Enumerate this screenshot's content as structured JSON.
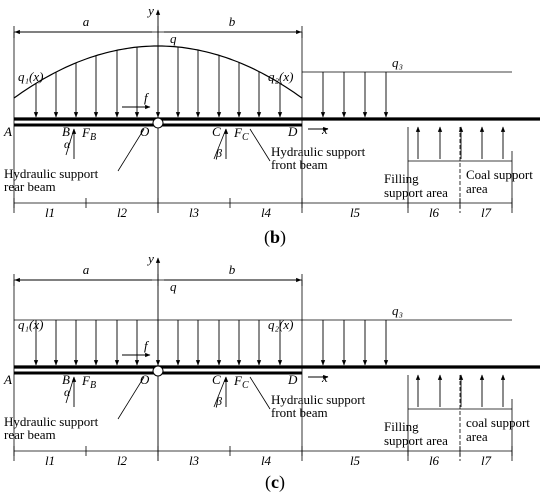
{
  "panels": [
    {
      "id": "b",
      "caption_letter": "b",
      "dims_top": {
        "a": "a",
        "b": "b",
        "y": "y"
      },
      "loads": {
        "q1": "q₁(x)",
        "q": "q",
        "q2": "q₂(x)",
        "q3": "q₃",
        "f": "f"
      },
      "points": {
        "A": "A",
        "B": "B",
        "O": "O",
        "C": "C",
        "D": "D",
        "x": "x"
      },
      "forces": {
        "FB": "F",
        "FB_sub": "B",
        "FC": "F",
        "FC_sub": "C",
        "alpha": "α",
        "beta": "β"
      },
      "labels": {
        "rear_1": "Hydraulic support",
        "rear_2": "rear beam",
        "front_1": "Hydraulic support",
        "front_2": "front beam",
        "fill_1": "Filling",
        "fill_2": "support area",
        "coal_1": "Coal support",
        "coal_2": "area"
      },
      "segments": [
        "l1",
        "l2",
        "l3",
        "l4",
        "l5",
        "l6",
        "l7"
      ]
    },
    {
      "id": "c",
      "caption_letter": "c",
      "dims_top": {
        "a": "a",
        "b": "b",
        "y": "y"
      },
      "loads": {
        "q1": "q₁(x)",
        "q": "q",
        "q2": "q₂(x)",
        "q3": "q₃",
        "f": "f"
      },
      "points": {
        "A": "A",
        "B": "B",
        "O": "O",
        "C": "C",
        "D": "D",
        "x": "x"
      },
      "forces": {
        "FB": "F",
        "FB_sub": "B",
        "FC": "F",
        "FC_sub": "C",
        "alpha": "α",
        "beta": "β"
      },
      "labels": {
        "rear_1": "Hydraulic support",
        "rear_2": "rear beam",
        "front_1": "Hydraulic support",
        "front_2": "front beam",
        "fill_1": "Filling",
        "fill_2": "support area",
        "coal_1": "coal support",
        "coal_2": "area"
      },
      "segments": [
        "l1",
        "l2",
        "l3",
        "l4",
        "l5",
        "l6",
        "l7"
      ]
    }
  ]
}
